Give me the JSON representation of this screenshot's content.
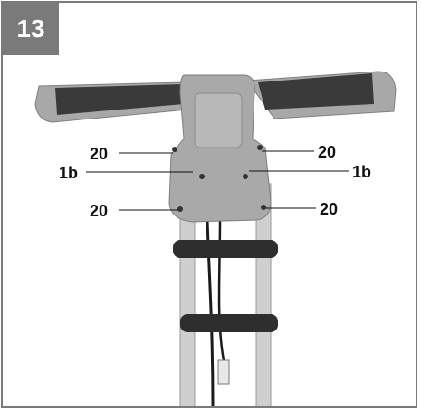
{
  "figure": {
    "number": "13",
    "colors": {
      "frame": "#7a7a7a",
      "housing": "#a9a9a9",
      "grip": "#3a3a3a",
      "pole": "#c8c8c8",
      "clamp": "#2e2e2e"
    }
  },
  "callouts": {
    "top_left": "20",
    "top_right": "20",
    "mid_left": "1b",
    "mid_right": "1b",
    "bottom_left": "20",
    "bottom_right": "20"
  }
}
